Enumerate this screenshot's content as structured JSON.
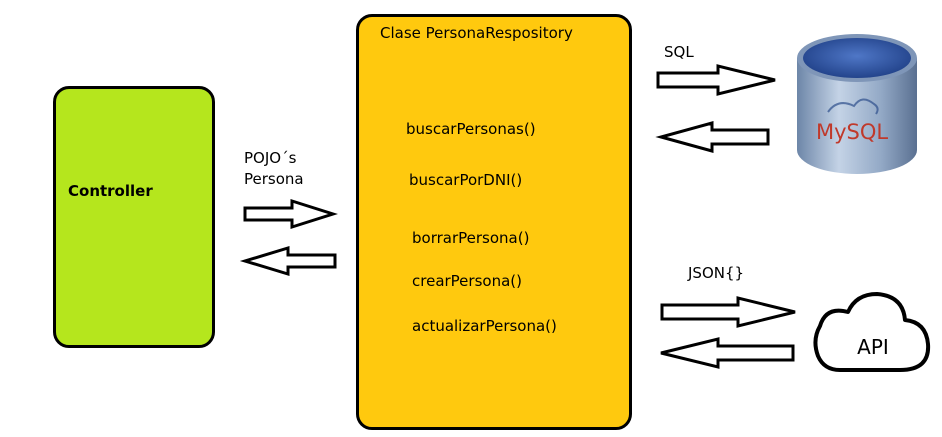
{
  "controller": {
    "label": "Controller"
  },
  "pojo_label": {
    "line1": "POJO´s",
    "line2": "Persona"
  },
  "repository": {
    "title": "Clase PersonaRespository",
    "methods": [
      "buscarPersonas()",
      "buscarPorDNI()",
      "borrarPersona()",
      "crearPersona()",
      "actualizarPersona()"
    ]
  },
  "sql_label": "SQL",
  "json_label": "JSON{}",
  "mysql": {
    "logo_text": "MySQL",
    "icon": "database-icon"
  },
  "api": {
    "label": "API",
    "icon": "cloud-icon"
  },
  "colors": {
    "controller_fill": "#b5e61d",
    "repository_fill": "#ffc90e",
    "db_top": "#3a5fb0",
    "db_body": "#8fa9c9"
  }
}
